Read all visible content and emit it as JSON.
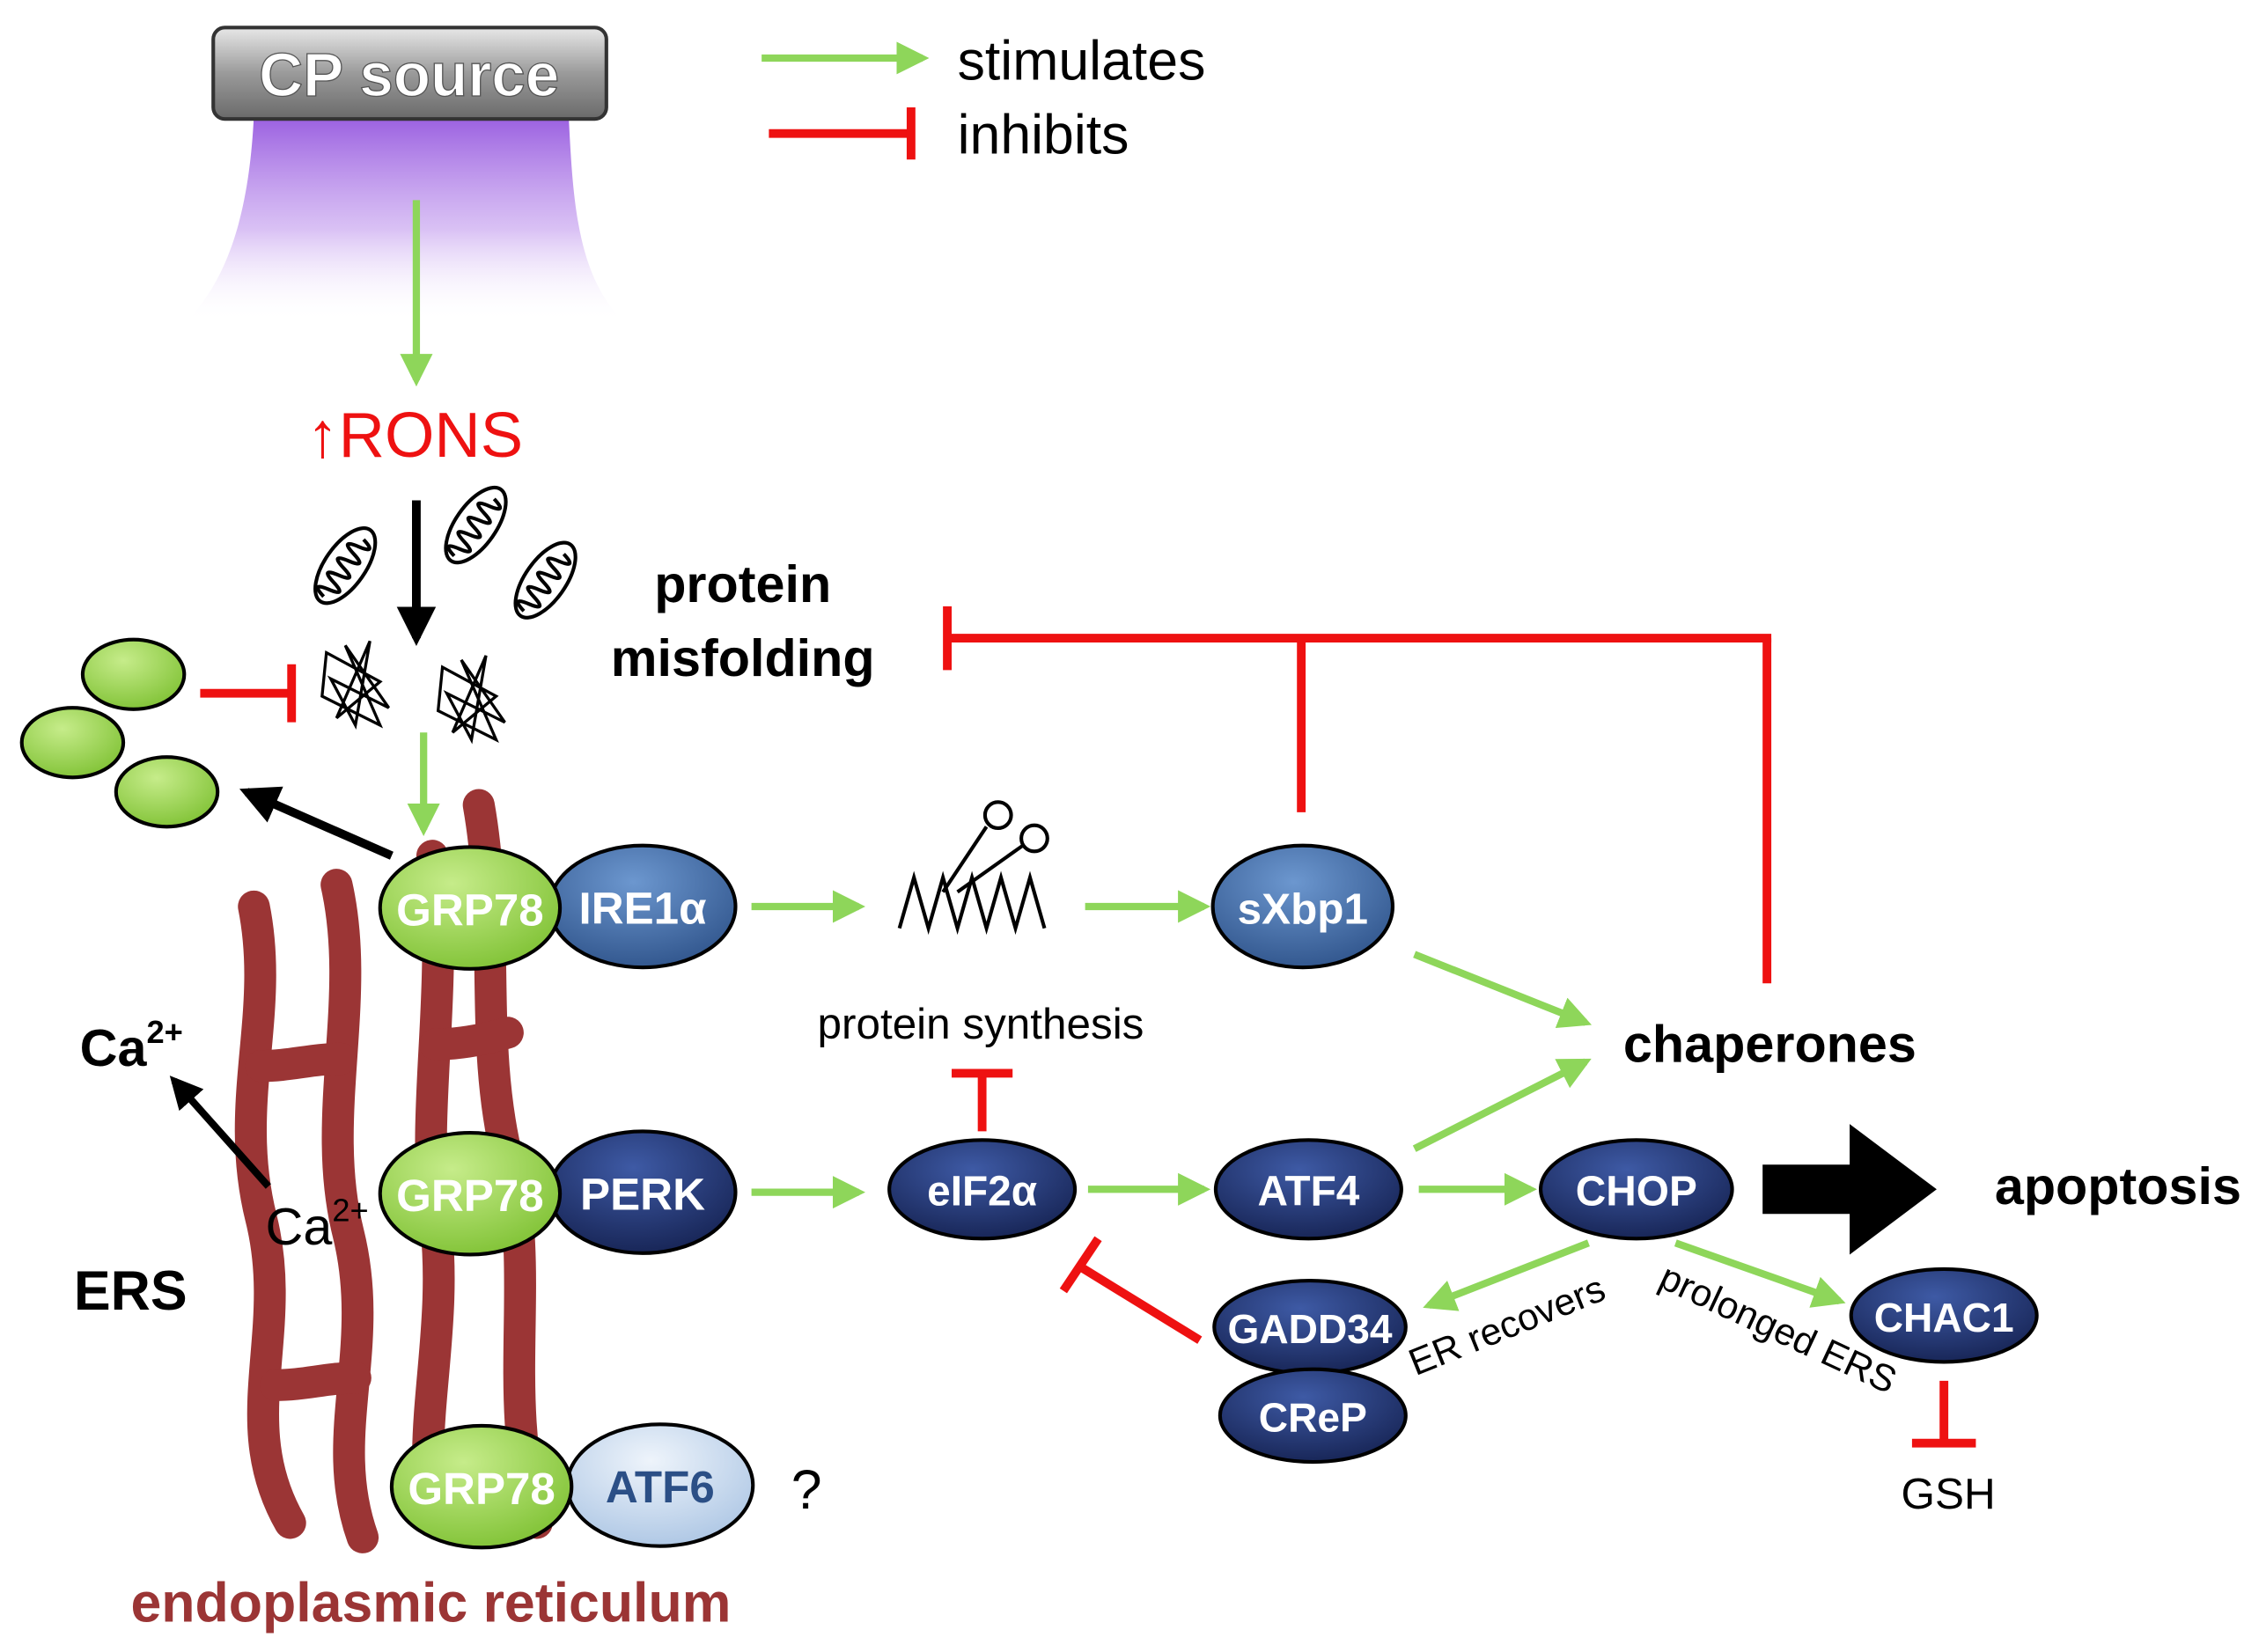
{
  "legend": {
    "stimulates": {
      "label": "stimulates",
      "color": "#8ed65a"
    },
    "inhibits": {
      "label": "inhibits",
      "color": "#ee1111"
    }
  },
  "source": {
    "label": "CP source"
  },
  "rons": {
    "label": "↑RONS",
    "color": "#ee1111"
  },
  "misfolding": {
    "line1": "protein",
    "line2": "misfolding"
  },
  "nodes": {
    "grp78_ire1": "GRP78",
    "ire1a": "IRE1α",
    "grp78_perk": "GRP78",
    "perk": "PERK",
    "grp78_atf6": "GRP78",
    "atf6": "ATF6",
    "sxbp1": "sXbp1",
    "eif2a": "eIF2α",
    "atf4": "ATF4",
    "chop": "CHOP",
    "gadd34": "GADD34",
    "crep": "CReP",
    "chac1": "CHAC1"
  },
  "labels": {
    "protein_synthesis": "protein synthesis",
    "chaperones": "chaperones",
    "apoptosis": "apoptosis",
    "ers": "ERS",
    "ca_outer": "Ca",
    "ca_inner": "Ca",
    "ca_charge": "2+",
    "question": "?",
    "er_recovers": "ER recovers",
    "prolonged_ers": "prolonged ERS",
    "gsh": "GSH",
    "endoplasmic_reticulum": "endoplasmic reticulum"
  },
  "colors": {
    "green_node": "#8cc63f",
    "dark_blue_node": "#1b2f6b",
    "mid_blue_node": "#3e6ca8",
    "light_blue_node": "#c8d9ee",
    "er_color": "#9b3535",
    "beam_color": "#a070d8"
  }
}
